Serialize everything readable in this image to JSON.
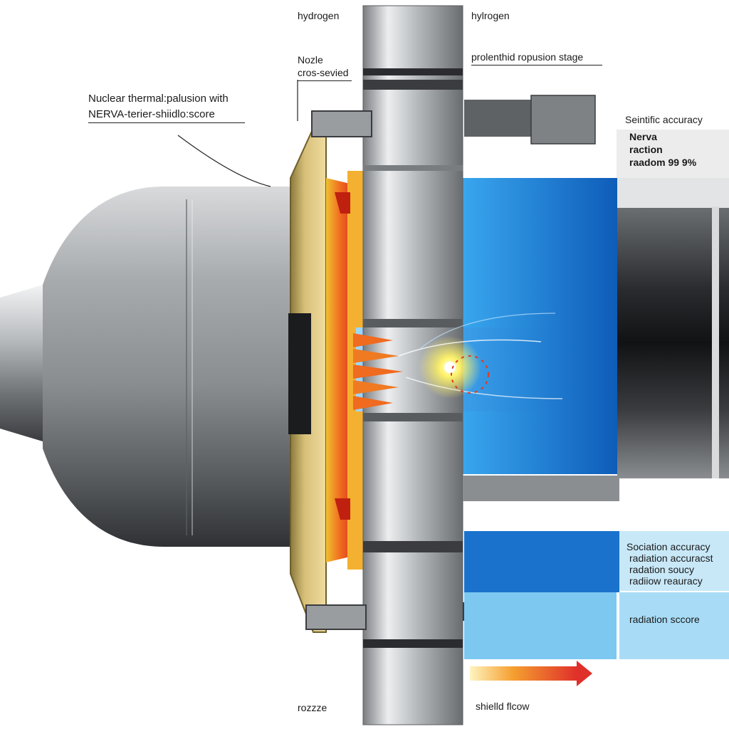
{
  "labels": {
    "top_left": "hydrogen",
    "top_right": "hylrogen",
    "nozzle_line1": "Nozle",
    "nozzle_line2": "cros-sevied",
    "stage": "prolenthid ropusion stage",
    "title_line1": "Nuclear thermal:palusion with",
    "title_line2": "NERVA-terier-shiidlo:score",
    "accuracy_header": "Seintific accuracy",
    "nerva": "Nerva",
    "raction": "raction",
    "radom": "raadom 99 9%",
    "panel_line1": "Sociation accuracy",
    "panel_line2": "radiation accuracst",
    "panel_line3": "radation soucy",
    "panel_line4": "radiiow reauracy",
    "radiation_score": "radiation sccore",
    "bottom_left": "rozzze",
    "bottom_right": "shielld flcow"
  },
  "icons": {
    "flow_arrow": "arrow-right-icon"
  },
  "colors": {
    "background": "#ffffff",
    "steel_light": "#e6e8ea",
    "steel_dark": "#3a3c40",
    "hot_core": "#e8401c",
    "flange_gold": "#d8c07a",
    "blue_flow": "#1e88d8",
    "panel_light_blue": "#7cc8f0",
    "arrow_red": "#e0302a"
  }
}
